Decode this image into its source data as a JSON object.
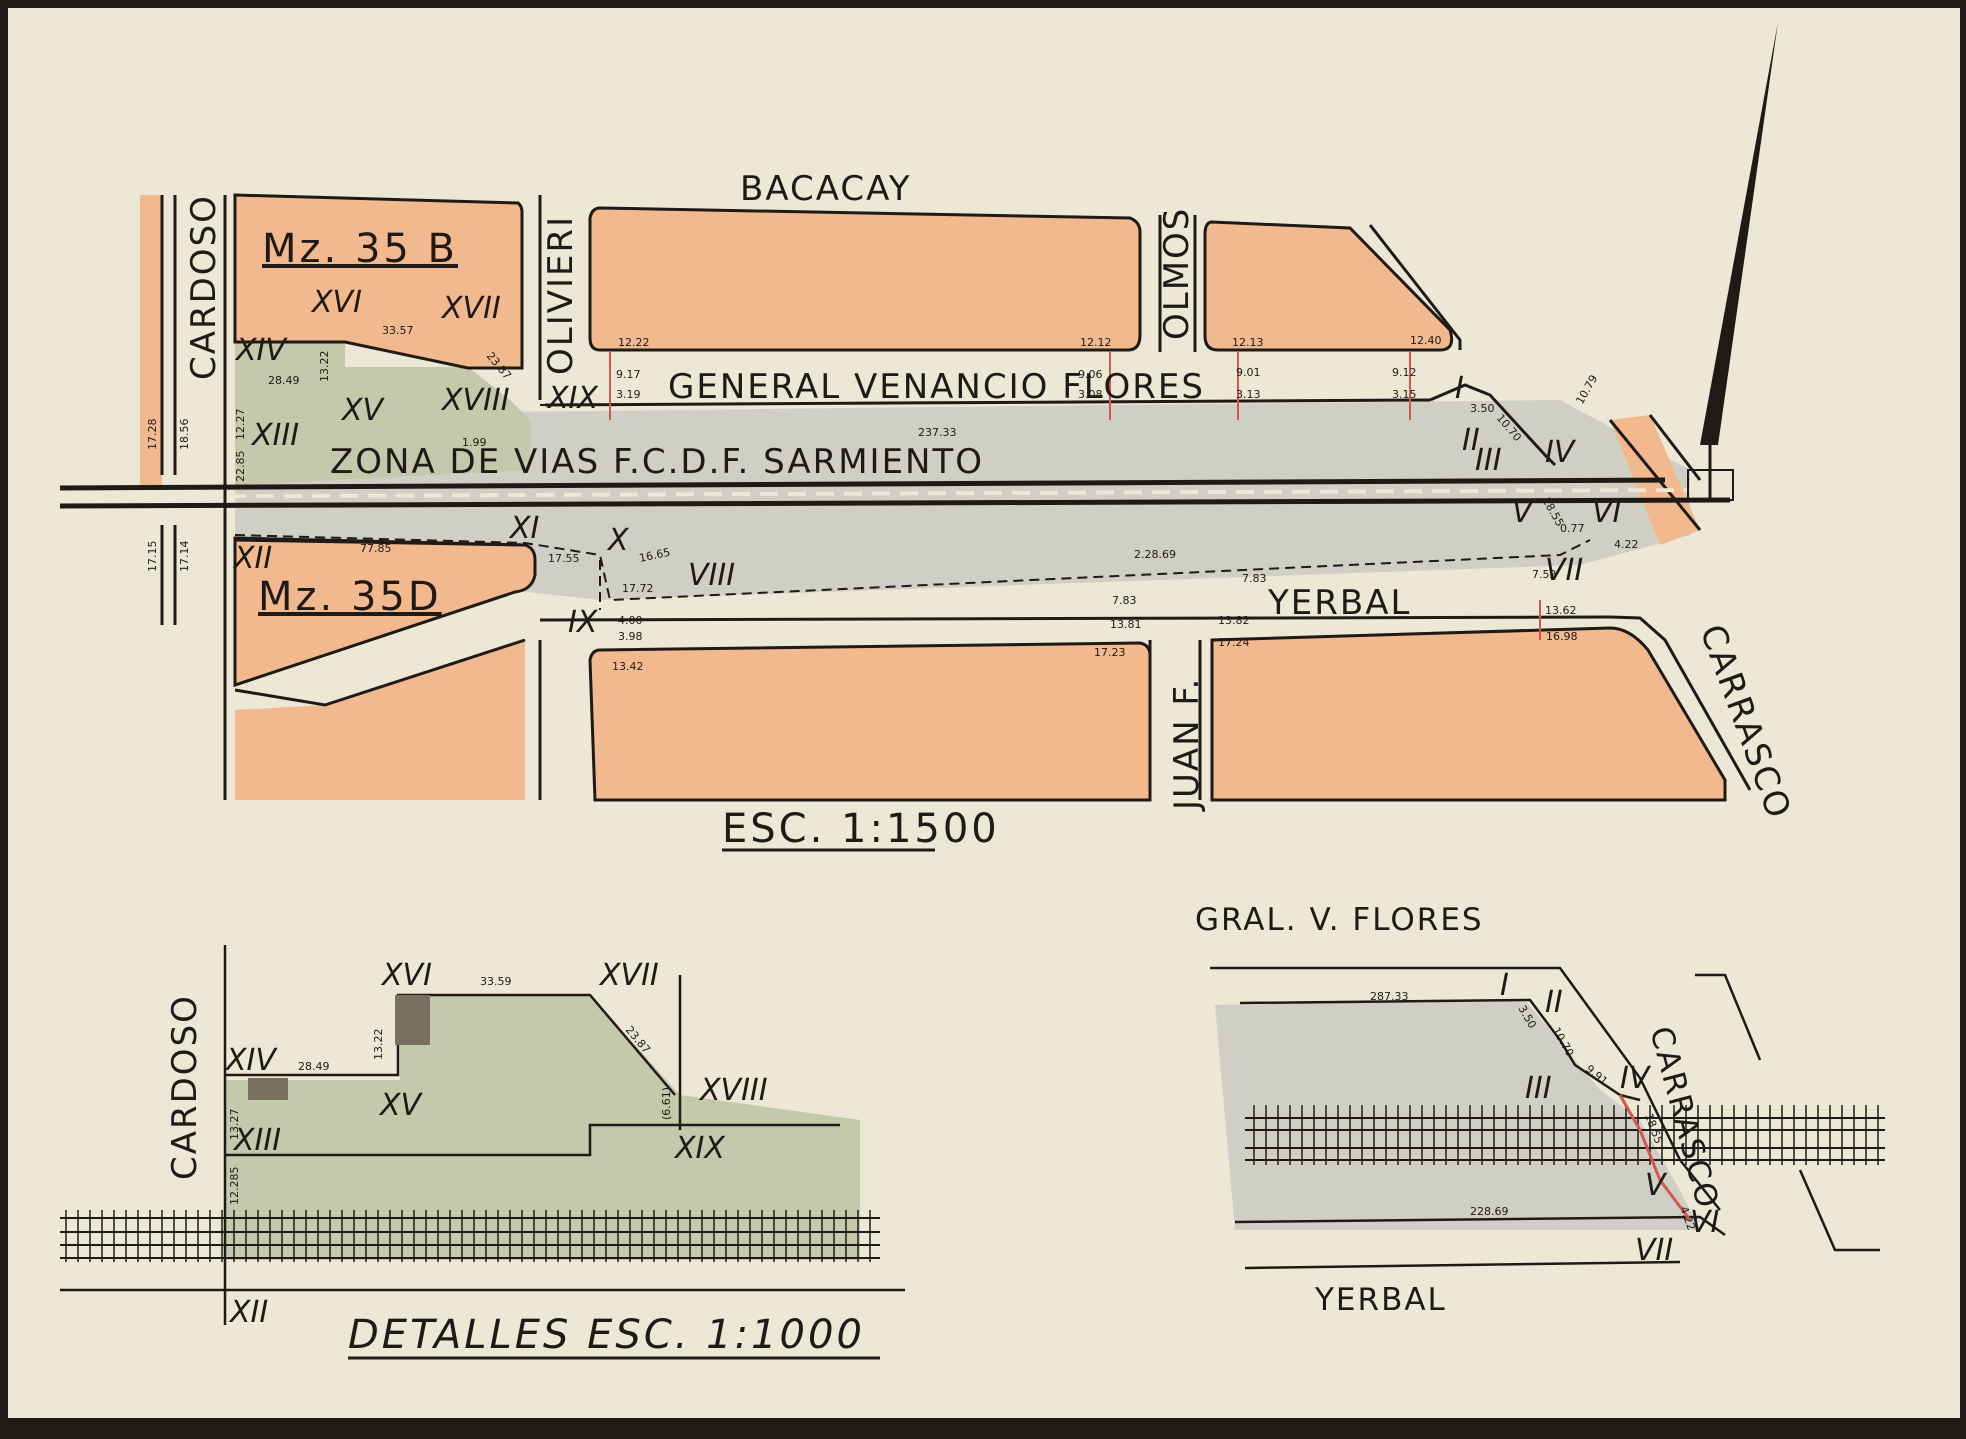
{
  "colors": {
    "paper": "#ede7d6",
    "block": "#f2b98e",
    "green_zone": "#c4c9ab",
    "grey_zone": "#cfcfc6",
    "ink": "#1f1a16",
    "red_line": "#d0584c"
  },
  "main_map": {
    "streets": {
      "bacacay": "BACACAY",
      "cardoso": "CARDOSO",
      "olivieri": "OLIVIERI",
      "olmos": "OLMOS",
      "general_venancio_flores": "GENERAL VENANCIO FLORES",
      "rail_zone": "ZONA DE VIAS F.C.D.F. SARMIENTO",
      "yerbal": "YERBAL",
      "juan_f": "JUAN F.",
      "carrasco": "CARRASCO"
    },
    "blocks": {
      "mz35b": "Mz. 35 B",
      "mz35d": "Mz. 35D"
    },
    "points": {
      "I": "I",
      "II": "II",
      "III": "III",
      "IV": "IV",
      "V": "V",
      "VI": "VI",
      "VII": "VII",
      "VIII": "VIII",
      "IX": "IX",
      "X": "X",
      "XI": "XI",
      "XII": "XII",
      "XIII": "XIII",
      "XIV": "XIV",
      "XV": "XV",
      "XVI": "XVI",
      "XVII": "XVII",
      "XVIII": "XVIII",
      "XIX": "XIX"
    },
    "measures": {
      "m_3357": "33.57",
      "m_2849": "28.49",
      "m_1322": "13.22",
      "m_2387": "23.87",
      "m_199": "1.99",
      "m_23733": "237.33",
      "m_1222": "12.22",
      "m_1212": "12.12",
      "m_1213": "12.13",
      "m_1240": "12.40",
      "m_917": "9.17",
      "m_319": "3.19",
      "m_906": "9.06",
      "m_308": "3.08",
      "m_901": "9.01",
      "m_313": "3.13",
      "m_912": "9.12",
      "m_315": "3.15",
      "m_350": "3.50",
      "m_1070": "10.70",
      "m_1079": "10.79",
      "m_422": "4.22",
      "m_077": "0.77",
      "m_752": "7.52",
      "m_1855": "18.55",
      "m_7785": "77.85",
      "m_1755": "17.55",
      "m_1665": "16.65",
      "m_1672": "17.72",
      "m_22869": "2.28.69",
      "m_783a": "7.83",
      "m_783b": "7.83",
      "m_1381": "13.81",
      "m_1382": "13.82",
      "m_1362": "13.62",
      "m_1698": "16.98",
      "m_1723": "17.23",
      "m_1724": "17.24",
      "m_1342": "13.42",
      "m_400": "4.00",
      "m_398": "3.98",
      "m_1728": "17.28",
      "m_1856": "18.56",
      "m_1715": "17.15",
      "m_1714": "17.14",
      "m_1227": "12.27",
      "m_2285": "22.85"
    },
    "scale": "ESC. 1:1500"
  },
  "detail_left": {
    "cardoso": "CARDOSO",
    "points": {
      "XVI": "XVI",
      "XVII": "XVII",
      "XIV": "XIV",
      "XV": "XV",
      "XVIII": "XVIII",
      "XIII": "XIII",
      "XIX": "XIX",
      "XII": "XII"
    },
    "measures": {
      "m_3359": "33.59",
      "m_2387": "23.87",
      "m_1322": "13.22",
      "m_2849": "28.49",
      "m_1227": "13.27",
      "m_2285": "12.285",
      "m_661": "(6.61)"
    }
  },
  "detail_right": {
    "gral": "GRAL. V. FLORES",
    "yerbal": "YERBAL",
    "carrasco": "CARRASCO",
    "points": {
      "I": "I",
      "II": "II",
      "III": "III",
      "IV": "IV",
      "V": "V",
      "VI": "VI",
      "VII": "VII"
    },
    "measures": {
      "m_28733": "287.33",
      "m_22869": "228.69",
      "m_350": "3.50",
      "m_1070": "10.70",
      "m_991": "9.91",
      "m_1855": "18.55",
      "m_422": "4.22"
    }
  },
  "details_scale": "DETALLES ESC. 1:1000"
}
